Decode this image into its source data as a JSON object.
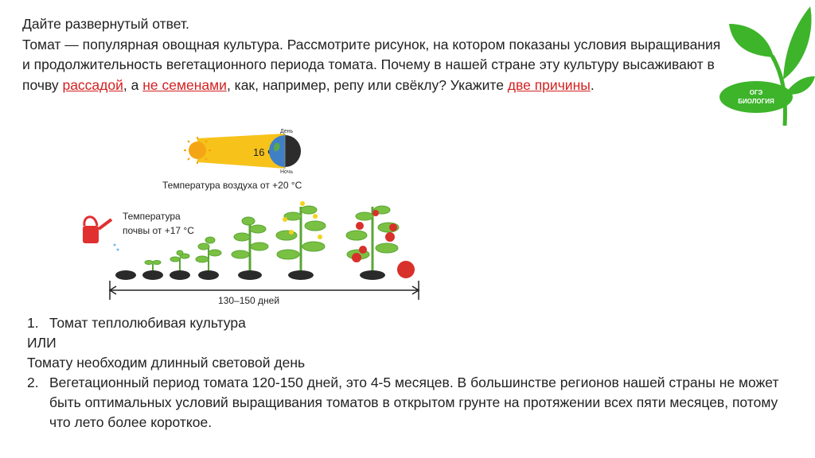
{
  "question": {
    "heading": "Дайте развернутый ответ.",
    "text_part1": "Томат — популярная овощная культура. Рассмотрите рисунок, на котором показаны условия выращивания и продолжительность вегетационного периода томата. Почему в нашей стране эту культуру высаживают в почву ",
    "red1": "рассадой",
    "text_part2": ", а ",
    "red2": "не семенами",
    "text_part3": ", как, например, репу или свёклу? Укажите ",
    "red3": "две причины",
    "text_part4": "."
  },
  "logo": {
    "line1": "ОГЭ",
    "line2": "БИОЛОГИЯ",
    "icon": "sprout-icon"
  },
  "figure": {
    "day_hours": "16 ч",
    "day_label": "День",
    "night_label": "Ночь",
    "air_temp": "Температура воздуха от +20 °С",
    "soil_temp_line1": "Температура",
    "soil_temp_line2": "почвы от +17 °С",
    "period": "130–150 дней"
  },
  "answers": {
    "a1_num": "1.",
    "a1_text": "Томат теплолюбивая культура",
    "or": "ИЛИ",
    "a1_alt": "Томату необходим длинный световой день",
    "a2_num": "2.",
    "a2_text": "Вегетационный период томата 120-150 дней, это 4-5 месяцев. В большинстве регионов нашей страны не может быть оптимальных условий выращивания томатов в открытом грунте на протяжении всех пяти месяцев, потому что лето более короткое."
  },
  "colors": {
    "accent_red": "#d42020",
    "logo_green": "#3db42a",
    "sun_band": "#f7c21a"
  }
}
